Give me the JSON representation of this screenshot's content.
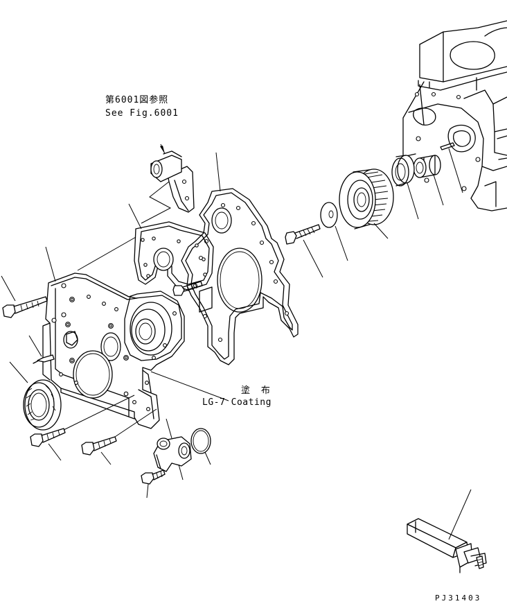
{
  "annotations": {
    "reference_jp": "第6001図参照",
    "reference_en": "See Fig.6001",
    "coating_jp": "塗 布",
    "coating_en": "LG-7 Coating"
  },
  "drawing_code": "PJ31403"
}
